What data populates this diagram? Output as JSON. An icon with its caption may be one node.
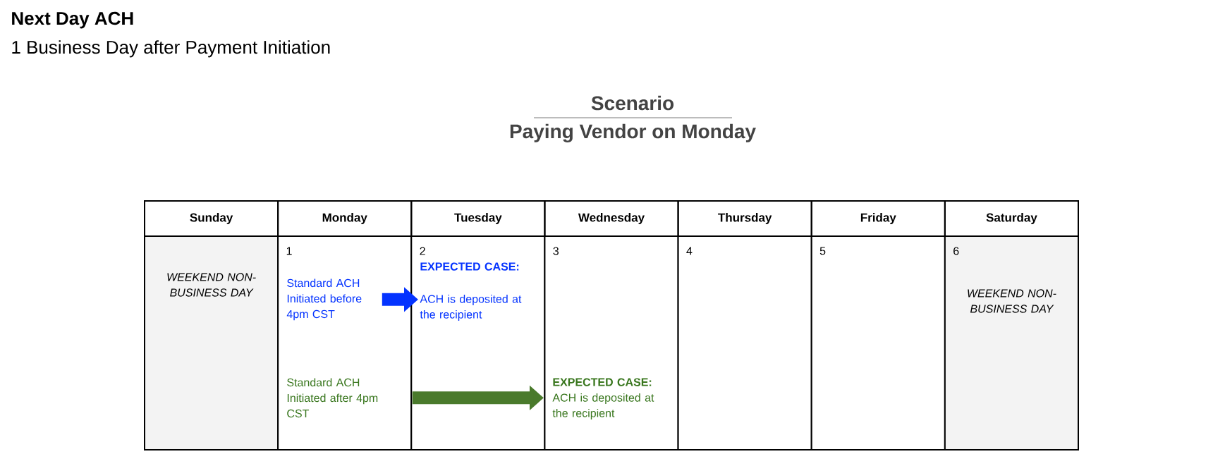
{
  "diagram": {
    "title": "Next Day ACH",
    "nodes": [
      {
        "text": [
          "Standard ACH Initiated before 4pm CST"
        ]
      },
      {
        "text": [
          "EXPECTED CASE:",
          "ACH is deposited at the recipient"
        ]
      },
      {
        "text": [
          "Standard ACH Initiated after 4pm CST"
        ]
      },
      {
        "text": [
          "**EXPECTED CASE:** ACH is deposited at the recipient"
        ]
      }
    ],
    "edges": [
      {
        "from": 0,
        "to": 1,
        "arrow": "to",
        "color": "#0433ff"
      },
      {
        "from": 2,
        "to": 3,
        "arrow": "to",
        "color": "#4a7a2c"
      }
    ],
    "labels": [
      "1 Business Day after Payment Initiation",
      "Scenario",
      "Paying Vendor on Monday",
      "Sunday",
      "Monday",
      "Tuesday",
      "Wednesday",
      "Thursday",
      "Friday",
      "Saturday",
      "WEEKEND NON-BUSINESS DAY",
      "1",
      "2",
      "3",
      "4",
      "5",
      "6",
      "WEEKEND NON-BUSINESS DAY"
    ]
  }
}
